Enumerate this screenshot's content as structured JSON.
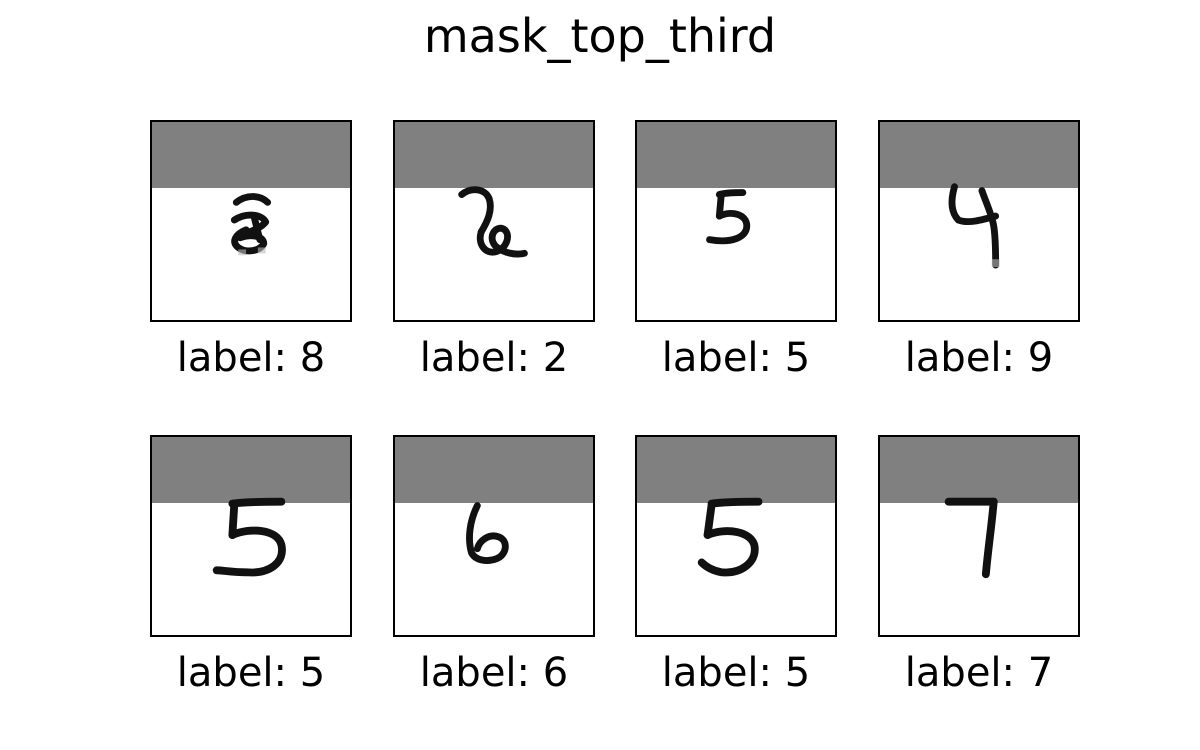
{
  "figure": {
    "title": "mask_top_third",
    "mask_color": "#808080",
    "mask_fraction": 0.3333,
    "rows": [
      {
        "panels": [
          {
            "label": "label: 8",
            "digit_glyph": "digit-8-icon"
          },
          {
            "label": "label: 2",
            "digit_glyph": "digit-2-icon"
          },
          {
            "label": "label: 5",
            "digit_glyph": "digit-5-icon"
          },
          {
            "label": "label: 9",
            "digit_glyph": "digit-9-icon"
          }
        ]
      },
      {
        "panels": [
          {
            "label": "label: 5",
            "digit_glyph": "digit-5-icon"
          },
          {
            "label": "label: 6",
            "digit_glyph": "digit-6-icon"
          },
          {
            "label": "label: 5",
            "digit_glyph": "digit-5-icon"
          },
          {
            "label": "label: 7",
            "digit_glyph": "digit-7-icon"
          }
        ]
      }
    ]
  }
}
